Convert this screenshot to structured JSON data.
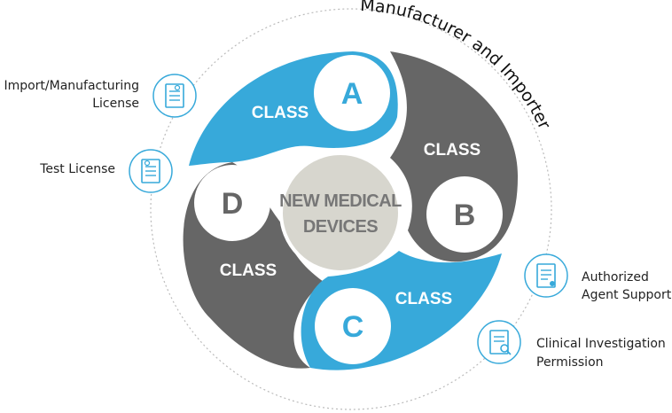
{
  "diagram": {
    "center_label_line1": "NEW MEDICAL",
    "center_label_line2": "DEVICES",
    "arc_title": "Manufacturer and Importer",
    "classes": [
      {
        "letter": "A",
        "word": "CLASS",
        "color": "#37a9da"
      },
      {
        "letter": "B",
        "word": "CLASS",
        "color": "#666666"
      },
      {
        "letter": "C",
        "word": "CLASS",
        "color": "#37a9da"
      },
      {
        "letter": "D",
        "word": "CLASS",
        "color": "#666666"
      }
    ],
    "colors": {
      "blue": "#37a9da",
      "gray": "#666666",
      "center": "#d7d6ce",
      "icon_stroke": "#37a9da",
      "dotted": "#bbbbbb"
    }
  },
  "services": {
    "import_line1": "Import/Manufacturing",
    "import_line2": "License",
    "test": "Test License",
    "agent_line1": "Authorized",
    "agent_line2": "Agent Support",
    "clinical_line1": "Clinical Investigation",
    "clinical_line2": "Permission",
    "icons": [
      "document-certificate-icon",
      "document-certificate-icon",
      "document-badge-icon",
      "document-search-icon"
    ]
  }
}
